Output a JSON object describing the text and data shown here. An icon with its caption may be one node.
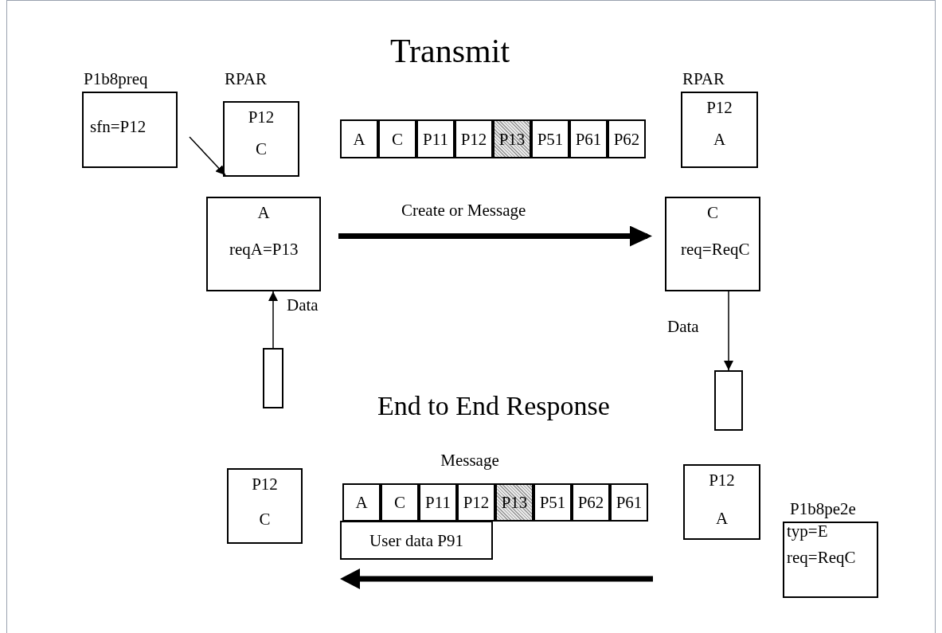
{
  "diagram": {
    "nodes": [
      {
        "text": [
          "P1b8preq",
          "sfn=P12"
        ]
      },
      {
        "text": [
          "RPAR",
          "P12",
          "C"
        ]
      },
      {
        "text": [
          "A"
        ]
      },
      {
        "text": [
          "C"
        ]
      },
      {
        "text": [
          "P11"
        ]
      },
      {
        "text": [
          "P12"
        ]
      },
      {
        "text": [
          "P13"
        ]
      },
      {
        "text": [
          "P51"
        ]
      },
      {
        "text": [
          "P61"
        ]
      },
      {
        "text": [
          "P62"
        ]
      },
      {
        "text": [
          "RPAR",
          "P12",
          "A"
        ]
      },
      {
        "text": [
          "A",
          "reqA=P13"
        ]
      },
      {
        "text": [
          "C",
          "req=ReqC"
        ]
      },
      {
        "text": [],
        "shape": "box"
      },
      {
        "text": [],
        "shape": "box"
      },
      {
        "text": [
          "P12",
          "C"
        ]
      },
      {
        "text": [
          "A"
        ]
      },
      {
        "text": [
          "C"
        ]
      },
      {
        "text": [
          "P11"
        ]
      },
      {
        "text": [
          "P12"
        ]
      },
      {
        "text": [
          "P13"
        ]
      },
      {
        "text": [
          "P51"
        ]
      },
      {
        "text": [
          "P62"
        ]
      },
      {
        "text": [
          "P61"
        ]
      },
      {
        "text": [
          "P12",
          "A"
        ]
      },
      {
        "text": [
          "P1b8pe2e",
          "typ=E",
          "req=ReqC"
        ]
      },
      {
        "text": [
          "User data P91"
        ]
      }
    ],
    "edges": [
      {
        "from": null,
        "to": 1,
        "arrow": "to"
      },
      {
        "from": 11,
        "to": 12,
        "arrow": "to",
        "label": "Create or Message",
        "style": "thick"
      },
      {
        "from": 13,
        "to": 11,
        "arrow": "to",
        "label": "Data"
      },
      {
        "from": 12,
        "to": 14,
        "arrow": "to",
        "label": "Data"
      }
    ],
    "labels": [
      "Transmit",
      "End to End Response",
      "Message"
    ]
  }
}
